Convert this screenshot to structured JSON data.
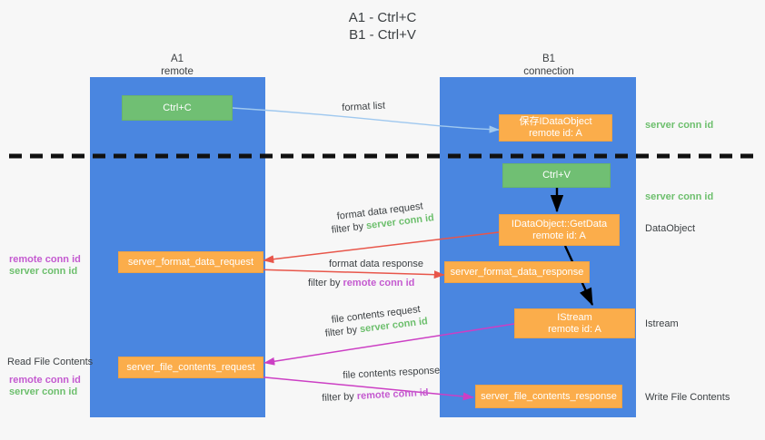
{
  "title": {
    "line1": "A1 - Ctrl+C",
    "line2": "B1 - Ctrl+V"
  },
  "colors": {
    "lane": "#4a86e0",
    "orange": "#fbad4b",
    "green_box": "#70bf73",
    "green_text": "#6dbf6d",
    "purple_text": "#c45ad0",
    "red_arrow": "#e8564a",
    "magenta_arrow": "#cc3fc4",
    "blue_arrow": "#9fc8ef",
    "black_arrow": "#000000",
    "background": "#f7f7f7"
  },
  "lanes": [
    {
      "id": "a1",
      "title": "A1",
      "subtitle": "remote"
    },
    {
      "id": "b1",
      "title": "B1",
      "subtitle": "connection"
    }
  ],
  "nodes": [
    {
      "id": "ctrl-c",
      "line1": "Ctrl+C",
      "line2": "",
      "style": "green"
    },
    {
      "id": "save-idataobject",
      "line1": "保存IDataObject",
      "line2": "remote id: A",
      "style": "orange"
    },
    {
      "id": "ctrl-v",
      "line1": "Ctrl+V",
      "line2": "",
      "style": "green"
    },
    {
      "id": "idataobject-getdata",
      "line1": "IDataObject::GetData",
      "line2": "remote id: A",
      "style": "orange"
    },
    {
      "id": "server-format-data-request",
      "line1": "server_format_data_request",
      "line2": "",
      "style": "orange"
    },
    {
      "id": "server-format-data-response",
      "line1": "server_format_data_response",
      "line2": "",
      "style": "orange"
    },
    {
      "id": "istream",
      "line1": "IStream",
      "line2": "remote id: A",
      "style": "orange"
    },
    {
      "id": "server-file-contents-request",
      "line1": "server_file_contents_request",
      "line2": "",
      "style": "orange"
    },
    {
      "id": "server-file-contents-response",
      "line1": "server_file_contents_response",
      "line2": "",
      "style": "orange"
    }
  ],
  "edge_labels": {
    "format_list": "format list",
    "format_data_request": "format data request",
    "format_data_request_filter_prefix": "filter by ",
    "format_data_request_filter_value": "server conn id",
    "format_data_response": "format data response",
    "format_data_response_filter_prefix": "filter by ",
    "format_data_response_filter_value": "remote conn id",
    "file_contents_request": "file contents request",
    "file_contents_request_filter_prefix": "filter by ",
    "file_contents_request_filter_value": "server conn id",
    "file_contents_response": "file contents response",
    "file_contents_response_filter_prefix": "filter by ",
    "file_contents_response_filter_value": "remote conn id"
  },
  "right_annotations": [
    {
      "id": "server-conn-id-top",
      "text": "server conn id",
      "kind": "green"
    },
    {
      "id": "server-conn-id-second",
      "text": "server conn id",
      "kind": "green"
    },
    {
      "id": "dataobject",
      "text": "DataObject",
      "kind": "plain"
    },
    {
      "id": "istream-label",
      "text": "Istream",
      "kind": "plain"
    },
    {
      "id": "write-file-contents",
      "text": "Write File Contents",
      "kind": "plain"
    }
  ],
  "left_annotations": [
    {
      "id": "format-remote-conn-id",
      "text": "remote conn id",
      "kind": "purple"
    },
    {
      "id": "format-server-conn-id",
      "text": "server conn id",
      "kind": "green"
    },
    {
      "id": "read-file-contents",
      "text": "Read File Contents",
      "kind": "plain"
    },
    {
      "id": "file-remote-conn-id",
      "text": "remote conn id",
      "kind": "purple"
    },
    {
      "id": "file-server-conn-id",
      "text": "server conn id",
      "kind": "green"
    }
  ]
}
